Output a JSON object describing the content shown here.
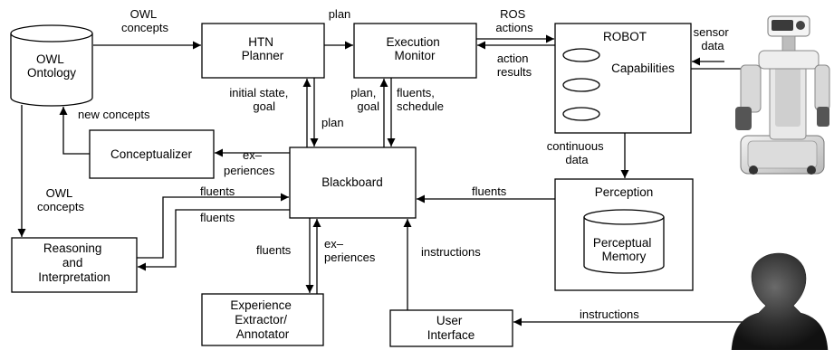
{
  "nodes": {
    "owl_ontology": [
      "OWL",
      "Ontology"
    ],
    "htn_planner": [
      "HTN",
      "Planner"
    ],
    "execution_monitor": [
      "Execution",
      "Monitor"
    ],
    "robot": "ROBOT",
    "capabilities": "Capabilities",
    "conceptualizer": "Conceptualizer",
    "blackboard": "Blackboard",
    "perception": "Perception",
    "perceptual_memory": [
      "Perceptual",
      "Memory"
    ],
    "reasoning": [
      "Reasoning",
      "and",
      "Interpretation"
    ],
    "experience_extractor": [
      "Experience",
      "Extractor/",
      "Annotator"
    ],
    "user_interface": [
      "User",
      "Interface"
    ]
  },
  "edge_labels": {
    "owl_concepts_top": [
      "OWL",
      "concepts"
    ],
    "plan_top": "plan",
    "ros_actions": [
      "ROS",
      "actions"
    ],
    "action_results": [
      "action",
      "results"
    ],
    "sensor_data": [
      "sensor",
      "data"
    ],
    "initial_state_goal": [
      "initial state,",
      "goal"
    ],
    "plan_mid": "plan",
    "plan_goal": [
      "plan,",
      "goal"
    ],
    "fluents_schedule": [
      "fluents,",
      "schedule"
    ],
    "new_concepts": "new concepts",
    "continuous_data": [
      "continuous",
      "data"
    ],
    "experiences_left": [
      "ex–",
      "periences"
    ],
    "fluents_perception": "fluents",
    "fluents_upper": "fluents",
    "fluents_lower": "fluents",
    "owl_concepts_left": [
      "OWL",
      "concepts"
    ],
    "fluents_exp": "fluents",
    "experiences_down": [
      "ex–",
      "periences"
    ],
    "instructions_up": "instructions",
    "instructions_user": "instructions"
  },
  "colors": {
    "stroke": "#000000",
    "fill": "#ffffff"
  },
  "icons": {
    "robot": "robot-photo-icon",
    "human": "human-head-icon"
  }
}
